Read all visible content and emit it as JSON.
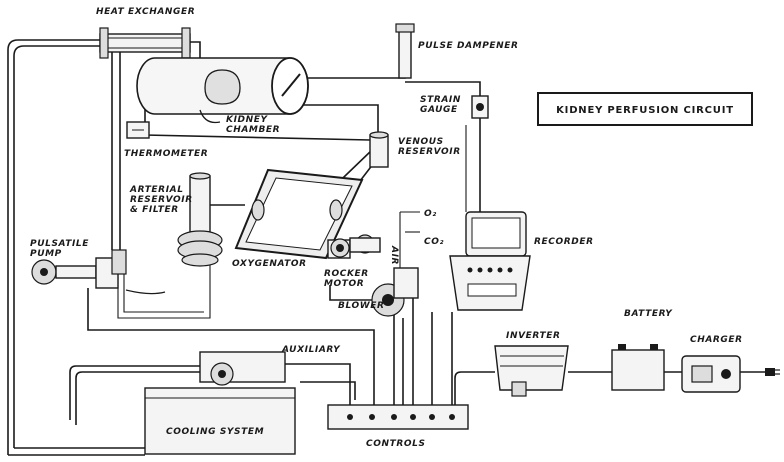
{
  "title": "KIDNEY PERFUSION CIRCUIT",
  "labels": {
    "heat_exchanger": "HEAT EXCHANGER",
    "pulse_dampener": "PULSE DAMPENER",
    "strain_gauge_1": "STRAIN",
    "strain_gauge_2": "GAUGE",
    "kidney_chamber_1": "KIDNEY",
    "kidney_chamber_2": "CHAMBER",
    "thermometer": "THERMOMETER",
    "venous_reservoir_1": "VENOUS",
    "venous_reservoir_2": "RESERVOIR",
    "arterial_1": "ARTERIAL",
    "arterial_2": "RESERVOIR",
    "arterial_3": "& FILTER",
    "pulsatile_1": "PULSATILE",
    "pulsatile_2": "PUMP",
    "oxygenator": "OXYGENATOR",
    "o2": "O₂",
    "co2": "CO₂",
    "air": "AIR",
    "rocker_1": "ROCKER",
    "rocker_2": "MOTOR",
    "recorder": "RECORDER",
    "blower": "BLOWER",
    "battery": "BATTERY",
    "inverter": "INVERTER",
    "charger": "CHARGER",
    "auxiliary": "AUXILIARY",
    "cooling_system": "COOLING SYSTEM",
    "controls": "CONTROLS"
  }
}
